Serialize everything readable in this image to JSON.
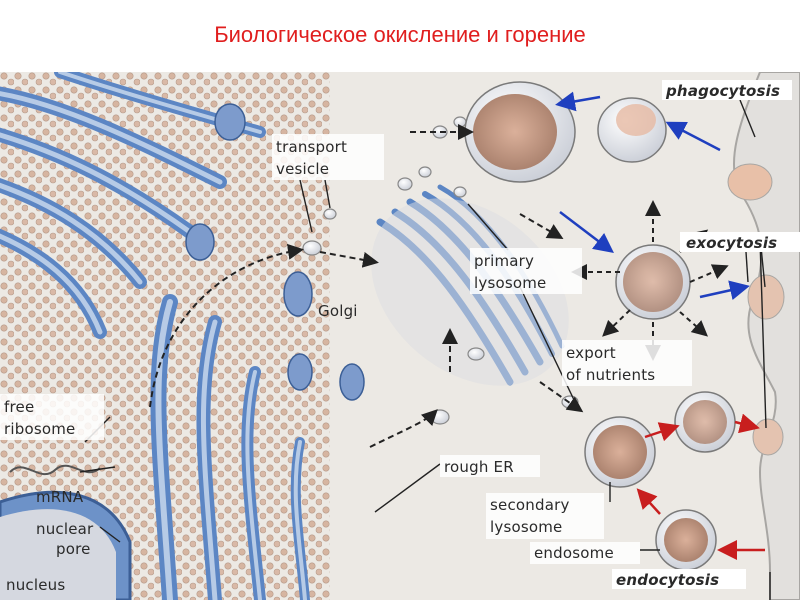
{
  "title": "Биологическое окисление и горение",
  "labels": {
    "phagocytosis": "phagocytosis",
    "exocytosis": "exocytosis",
    "endocytosis": "endocytosis",
    "transport_vesicle_1": "transport",
    "transport_vesicle_2": "vesicle",
    "golgi": "Golgi",
    "primary_lysosome_1": "primary",
    "primary_lysosome_2": "lysosome",
    "export_nutrients_1": "export",
    "export_nutrients_2": "of nutrients",
    "free_ribosome_1": "free",
    "free_ribosome_2": "ribosome",
    "mrna": "mRNA",
    "nuclear_pore_1": "nuclear",
    "nuclear_pore_2": "pore",
    "nucleus": "nucleus",
    "rough_er": "rough ER",
    "secondary_lysosome_1": "secondary",
    "secondary_lysosome_2": "lysosome",
    "endosome": "endosome"
  },
  "colors": {
    "title": "#e01e1e",
    "membrane_blue": "#5c86c4",
    "cytoplasm": "#ece9e4",
    "ribosome": "#c48a6a",
    "flow_arrow_blue": "#1f3fbf",
    "flow_arrow_red": "#c81e1e",
    "dashed_arrow": "#222222"
  }
}
